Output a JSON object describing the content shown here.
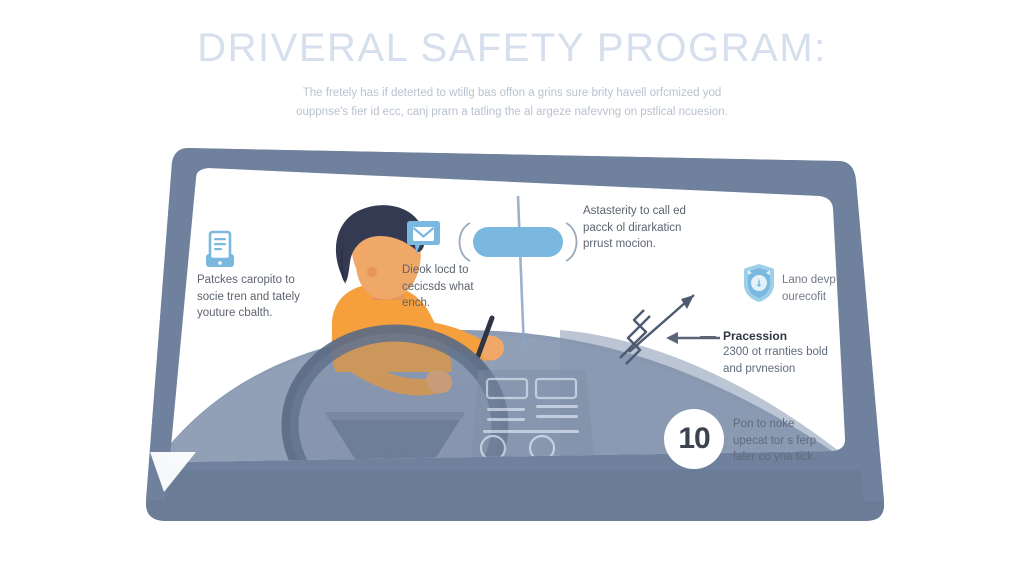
{
  "header": {
    "title": "DRIVERAL SAFETY PROGRAM:",
    "subtitle_line1": "The fretely has if deterted to wtillg bas offon a grins sure brity havell orfcmized yod",
    "subtitle_line2": "ouppnse's fier id ecc, canj prarn a tatling the al argeze nafevvng on pstlical ncuesion."
  },
  "panels": {
    "left": {
      "icon": "document-tablet-icon",
      "line1": "Patckes caropito to",
      "line2": "socie tren and tately",
      "line3": "youture cbalth."
    },
    "middle": {
      "icon": "mail-bubble-icon",
      "line1": "Dieok locd to",
      "line2": "cecicsds what",
      "line3": "ench."
    },
    "right_top": {
      "line1": "Astasterity to call ed",
      "line2": "pacck ol dirarkaticn",
      "line3": "prrust mocion."
    },
    "badge": {
      "icon": "shield-badge-icon",
      "line1": "Lano devp",
      "line2": "ourecofit"
    },
    "procession": {
      "heading": "Pracession",
      "line1": "2300 ot rranties bold",
      "line2": "and prvnesion"
    },
    "step": {
      "number": "10",
      "line1": "Pon to noke",
      "line2": "upecat tor s ferp",
      "line3": "faler co yna tick."
    }
  },
  "illustration": {
    "driver": "driver-figure",
    "steering_wheel": "steering-wheel",
    "dashboard": "dashboard-console",
    "wiper": "wiper-arrow",
    "pointer": "left-pointing-arrow",
    "capsule": "blue-capsule-shape"
  },
  "colors": {
    "background": "#ffffff",
    "title": "#d6dfee",
    "subtitle": "#b9c2cf",
    "frame": "#6f819c",
    "frame_dark": "#5f7characters",
    "interior": "#8d9cb4",
    "accent_blue": "#7ab8e0",
    "skin": "#f0a868",
    "shirt": "#f5a03c",
    "hair": "#333a52",
    "body_text": "#5d6470"
  }
}
